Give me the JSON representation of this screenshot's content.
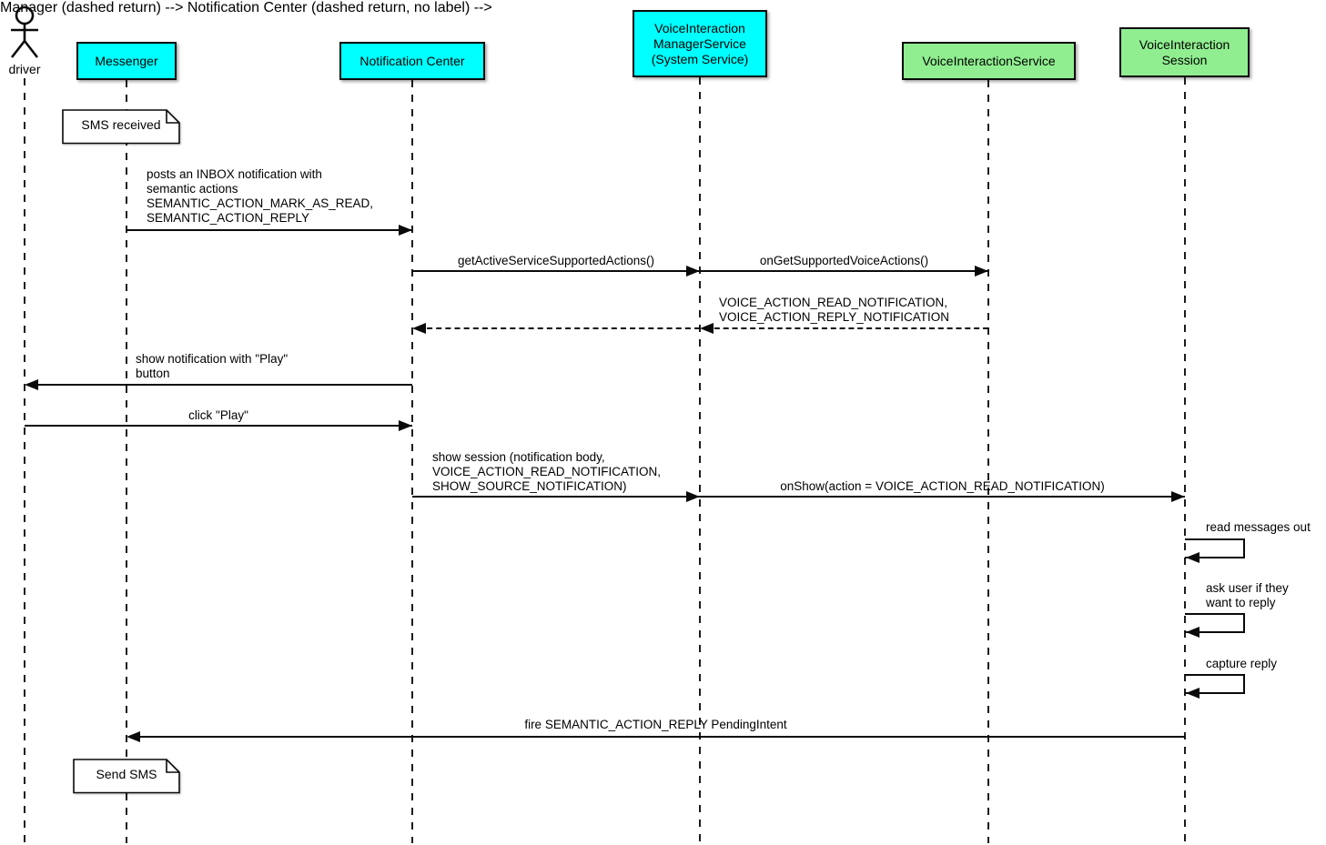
{
  "diagram_type": "uml-sequence-diagram",
  "colors": {
    "participant_cyan": "#00ffff",
    "participant_green": "#90ee90",
    "line_black": "#0a0a0a",
    "note_background": "#ffffff"
  },
  "actor": {
    "name": "driver"
  },
  "participants": [
    {
      "name": "Messenger",
      "color": "cyan"
    },
    {
      "name": "Notification Center",
      "color": "cyan"
    },
    {
      "name": "VoiceInteraction\nManagerService\n(System Service)",
      "color": "cyan"
    },
    {
      "name": "VoiceInteractionService",
      "color": "green"
    },
    {
      "name": "VoiceInteraction\nSession",
      "color": "green"
    }
  ],
  "notes": [
    {
      "text": "SMS received",
      "attached_to": "Messenger"
    },
    {
      "text": "Send SMS",
      "attached_to": "Messenger"
    }
  ],
  "messages": [
    {
      "from": "Messenger",
      "to": "Notification Center",
      "style": "solid",
      "label": "posts an INBOX notification with\nsemantic actions\nSEMANTIC_ACTION_MARK_AS_READ,\nSEMANTIC_ACTION_REPLY"
    },
    {
      "from": "Notification Center",
      "to": "VoiceInteractionManagerService",
      "style": "solid",
      "label": "getActiveServiceSupportedActions()"
    },
    {
      "from": "VoiceInteractionManagerService",
      "to": "VoiceInteractionService",
      "style": "solid",
      "label": "onGetSupportedVoiceActions()"
    },
    {
      "from": "VoiceInteractionService",
      "to": "VoiceInteractionManagerService",
      "style": "dashed",
      "label": "VOICE_ACTION_READ_NOTIFICATION,\nVOICE_ACTION_REPLY_NOTIFICATION"
    },
    {
      "from": "VoiceInteractionManagerService",
      "to": "Notification Center",
      "style": "dashed",
      "label": ""
    },
    {
      "from": "Notification Center",
      "to": "driver",
      "style": "solid",
      "label": "show notification with \"Play\"\nbutton"
    },
    {
      "from": "driver",
      "to": "Notification Center",
      "style": "solid",
      "label": "click \"Play\""
    },
    {
      "from": "Notification Center",
      "to": "VoiceInteractionManagerService",
      "style": "solid",
      "label": "show session (notification body,\nVOICE_ACTION_READ_NOTIFICATION,\nSHOW_SOURCE_NOTIFICATION)"
    },
    {
      "from": "VoiceInteractionManagerService",
      "to": "VoiceInteractionSession",
      "style": "solid",
      "label": "onShow(action = VOICE_ACTION_READ_NOTIFICATION)"
    },
    {
      "from": "VoiceInteractionSession",
      "to": "Messenger",
      "style": "solid",
      "label": "fire SEMANTIC_ACTION_REPLY PendingIntent"
    }
  ],
  "self_messages": [
    {
      "on": "VoiceInteractionSession",
      "label": "read messages out"
    },
    {
      "on": "VoiceInteractionSession",
      "label": "ask user if they\nwant to reply"
    },
    {
      "on": "VoiceInteractionSession",
      "label": "capture reply"
    }
  ]
}
